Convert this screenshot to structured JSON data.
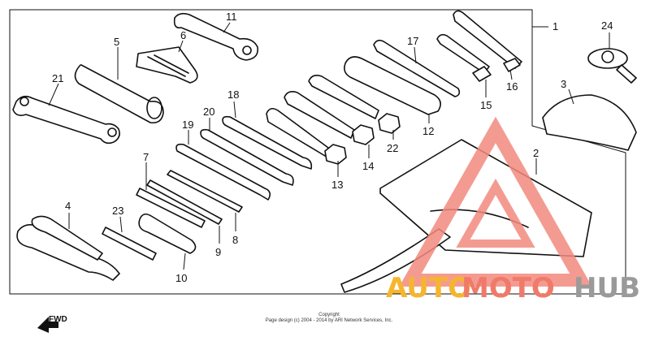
{
  "diagram": {
    "callouts": [
      "1",
      "2",
      "3",
      "4",
      "5",
      "6",
      "7",
      "8",
      "9",
      "10",
      "11",
      "12",
      "13",
      "14",
      "15",
      "16",
      "17",
      "18",
      "19",
      "20",
      "21",
      "22",
      "23",
      "24"
    ],
    "fwd_label": "FWD",
    "copyright_line1": "Copyright",
    "copyright_line2": "Page design (c) 2004 - 2014 by ARI Network Services, Inc.",
    "watermark": {
      "part1": "AUTO",
      "part2": "MOTO",
      "part3": "HUB",
      "colors": {
        "auto": "#f5b52e",
        "moto": "#f07a6a",
        "hub": "#9a9a9a",
        "triangle": "#f28a7e"
      }
    }
  }
}
